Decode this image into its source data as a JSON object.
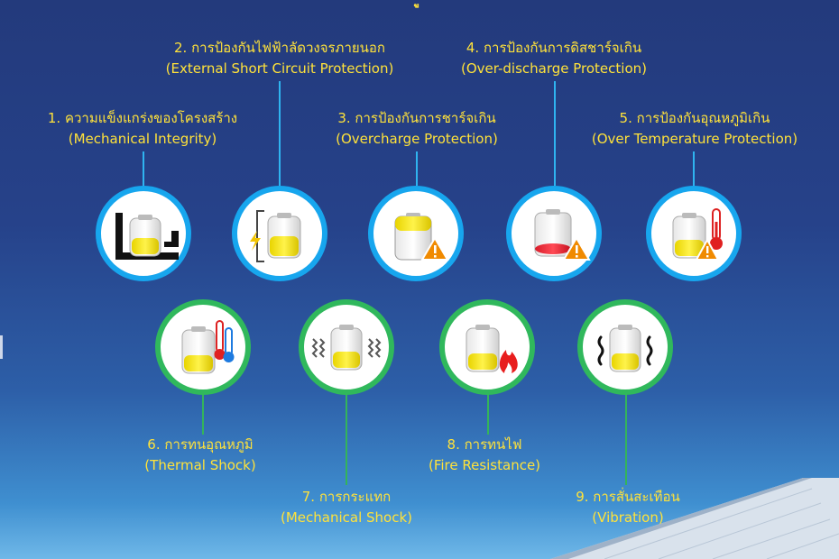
{
  "top_mark": "ู",
  "items": [
    {
      "thai": "1. ความแข็งแกร่งของโครงสร้าง",
      "en": "(Mechanical Integrity)",
      "icon": "mechanical-integrity-icon"
    },
    {
      "thai": "2. การป้องกันไฟฟ้าลัดวงจรภายนอก",
      "en": "(External Short Circuit Protection)",
      "icon": "short-circuit-icon"
    },
    {
      "thai": "3. การป้องกันการชาร์จเกิน",
      "en": "(Overcharge Protection)",
      "icon": "overcharge-icon"
    },
    {
      "thai": "4. การป้องกันการดิสชาร์จเกิน",
      "en": "(Over-discharge Protection)",
      "icon": "over-discharge-icon"
    },
    {
      "thai": "5. การป้องกันอุณหภูมิเกิน",
      "en": "(Over Temperature Protection)",
      "icon": "over-temperature-icon"
    },
    {
      "thai": "6. การทนอุณหภูมิ",
      "en": "(Thermal Shock)",
      "icon": "thermal-shock-icon"
    },
    {
      "thai": "7. การกระแทก",
      "en": "(Mechanical Shock)",
      "icon": "mechanical-shock-icon"
    },
    {
      "thai": "8. การทนไฟ",
      "en": "(Fire Resistance)",
      "icon": "fire-resistance-icon"
    },
    {
      "thai": "9. การสั่นสะเทือน",
      "en": "(Vibration)",
      "icon": "vibration-icon"
    }
  ],
  "colors": {
    "label": "#ffe23a",
    "ring_top": "#17a6ee",
    "ring_bottom": "#30b85c",
    "background": "#233a7c"
  }
}
